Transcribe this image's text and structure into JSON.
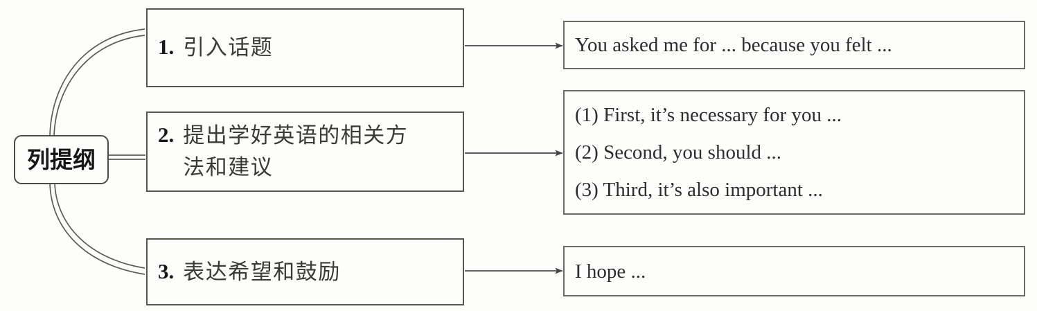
{
  "diagram": {
    "type": "mind-map-outline",
    "title": "列提纲",
    "root": {
      "label": "列提纲"
    },
    "steps": [
      {
        "num": "1.",
        "label_lines": [
          "引入话题"
        ],
        "detail_lines": [
          "You asked me for ... because you felt ..."
        ]
      },
      {
        "num": "2.",
        "label_lines": [
          "提出学好英语的相关方",
          "法和建议"
        ],
        "detail_lines": [
          "(1) First, it’s necessary for you ...",
          "(2) Second, you should ...",
          "(3) Third, it’s also important ..."
        ]
      },
      {
        "num": "3.",
        "label_lines": [
          "表达希望和鼓励"
        ],
        "detail_lines": [
          "I hope ..."
        ]
      }
    ],
    "colors": {
      "background": "#fdfdfc",
      "root_border": "#4a4a46",
      "box_border": "#56564f",
      "detail_border": "#6a6a62",
      "connector": "#5a5a55",
      "arrow": "#46464a",
      "text": "#2d2d2e",
      "number_text": "#1a1a1c",
      "root_text": "#17171a"
    }
  }
}
